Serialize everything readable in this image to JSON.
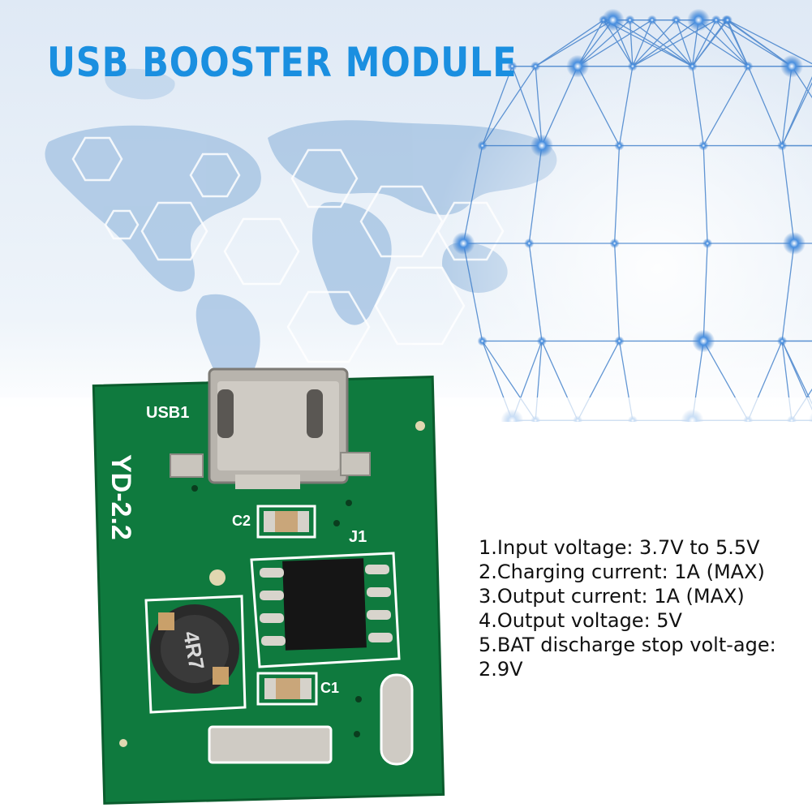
{
  "title": "USB BOOSTER MODULE",
  "board_labels": {
    "usb": "USB1",
    "model": "YD-2.2",
    "c2": "C2",
    "j1": "J1",
    "c1": "C1",
    "inductor": "4R7"
  },
  "specs": [
    "1.Input voltage: 3.7V to 5.5V",
    "2.Charging current: 1A (MAX)",
    "3.Output current: 1A (MAX)",
    "4.Output voltage: 5V",
    "5.BAT discharge stop volt-age: 2.9V"
  ],
  "colors": {
    "title": "#1a8fe0",
    "pcb": "#0f7a3e",
    "map": "#a9c6e4",
    "globe": "#2f74c6"
  }
}
